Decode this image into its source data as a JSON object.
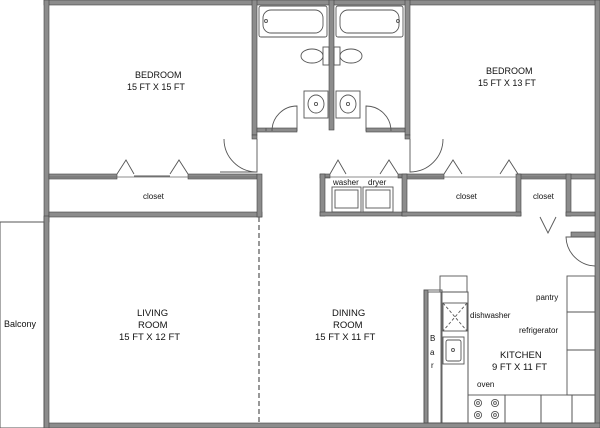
{
  "rooms": {
    "bedroom_left": {
      "name": "BEDROOM",
      "size": "15 FT X 15 FT"
    },
    "bedroom_right": {
      "name": "BEDROOM",
      "size": "15 FT X 13 FT"
    },
    "living": {
      "name_line1": "LIVING",
      "name_line2": "ROOM",
      "size": "15 FT X 12 FT"
    },
    "dining": {
      "name_line1": "DINING",
      "name_line2": "ROOM",
      "size": "15 FT X 11 FT"
    },
    "kitchen": {
      "name": "KITCHEN",
      "size": "9 FT X 11 FT"
    }
  },
  "labels": {
    "balcony": "Balcony",
    "closet_left": "closet",
    "closet_mid": "closet",
    "closet_right": "closet",
    "washer": "washer",
    "dryer": "dryer",
    "pantry": "pantry",
    "dishwasher": "dishwasher",
    "refrigerator": "refrigerator",
    "oven": "oven",
    "bar_b": "B",
    "bar_a": "a",
    "bar_r": "r"
  },
  "colors": {
    "wall": "#8a8a8a",
    "wall_edge": "#444444",
    "line": "#555555",
    "background": "#ffffff"
  }
}
